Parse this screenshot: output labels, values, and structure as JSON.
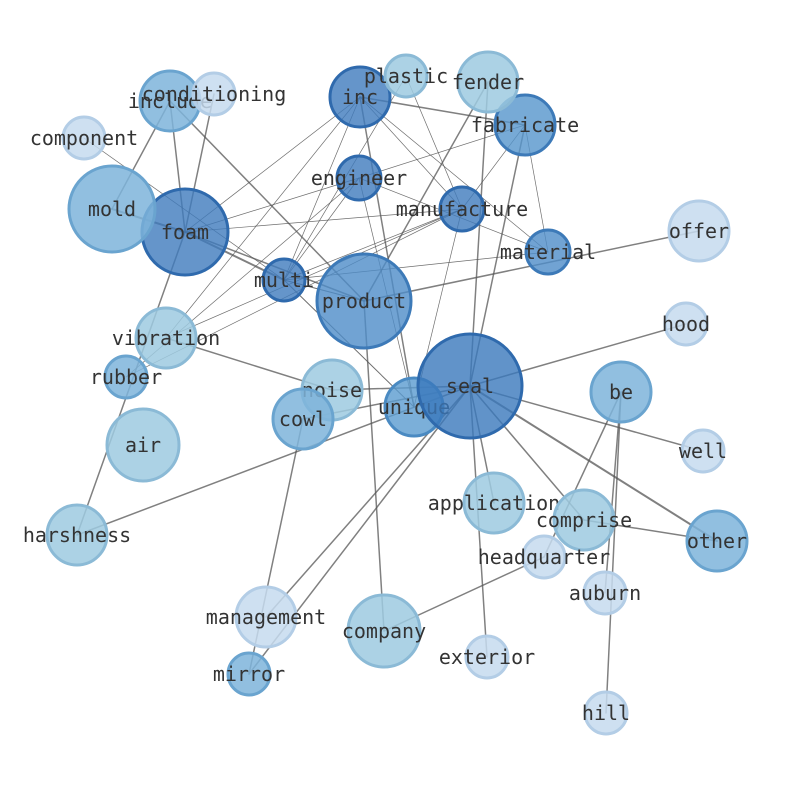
{
  "graph": {
    "nodes": [
      {
        "id": "seal",
        "label": "seal",
        "color": "#3a78bc",
        "stroke": "#2f6aad",
        "alpha": 0.8,
        "level": 1.0
      },
      {
        "id": "product",
        "label": "product",
        "color": "#4d8cc8",
        "stroke": "#3d7ab8",
        "alpha": 0.8,
        "level": 0.9
      },
      {
        "id": "foam",
        "label": "foam",
        "color": "#3e7bbd",
        "stroke": "#2f6aad",
        "alpha": 0.8,
        "level": 0.82
      },
      {
        "id": "mold",
        "label": "mold",
        "color": "#7eb4db",
        "stroke": "#6aa4cf",
        "alpha": 0.85,
        "level": 0.82
      },
      {
        "id": "inc",
        "label": "inc",
        "color": "#3e7bbd",
        "stroke": "#2f6aad",
        "alpha": 0.8,
        "level": 0.58
      },
      {
        "id": "fabricate",
        "label": "fabricate",
        "color": "#5595cc",
        "stroke": "#3d7ab8",
        "alpha": 0.8,
        "level": 0.58
      },
      {
        "id": "engineer",
        "label": "engineer",
        "color": "#3e7bbd",
        "stroke": "#2f6aad",
        "alpha": 0.8,
        "level": 0.42
      },
      {
        "id": "manufacture",
        "label": "manufacture",
        "color": "#3e7bbd",
        "stroke": "#2f6aad",
        "alpha": 0.8,
        "level": 0.42
      },
      {
        "id": "material",
        "label": "material",
        "color": "#4d8cc8",
        "stroke": "#3d7ab8",
        "alpha": 0.8,
        "level": 0.42
      },
      {
        "id": "multi",
        "label": "multi",
        "color": "#3e7bbd",
        "stroke": "#2f6aad",
        "alpha": 0.8,
        "level": 0.4
      },
      {
        "id": "unique",
        "label": "unique",
        "color": "#5a9bd0",
        "stroke": "#4a8ac2",
        "alpha": 0.8,
        "level": 0.55
      },
      {
        "id": "include",
        "label": "include",
        "color": "#7eb4db",
        "stroke": "#6aa4cf",
        "alpha": 0.85,
        "level": 0.58
      },
      {
        "id": "conditioning",
        "label": "conditioning",
        "color": "#c6dbef",
        "stroke": "#b3cde6",
        "alpha": 0.85,
        "level": 0.4
      },
      {
        "id": "plastic",
        "label": "plastic",
        "color": "#9ecae1",
        "stroke": "#8bbad6",
        "alpha": 0.85,
        "level": 0.4
      },
      {
        "id": "fender",
        "label": "fender",
        "color": "#9ecae1",
        "stroke": "#8bbad6",
        "alpha": 0.85,
        "level": 0.58
      },
      {
        "id": "component",
        "label": "component",
        "color": "#c6dbef",
        "stroke": "#b3cde6",
        "alpha": 0.85,
        "level": 0.4
      },
      {
        "id": "offer",
        "label": "offer",
        "color": "#c6dbef",
        "stroke": "#b3cde6",
        "alpha": 0.85,
        "level": 0.58
      },
      {
        "id": "hood",
        "label": "hood",
        "color": "#c6dbef",
        "stroke": "#b3cde6",
        "alpha": 0.85,
        "level": 0.4
      },
      {
        "id": "vibration",
        "label": "vibration",
        "color": "#9ecae1",
        "stroke": "#8bbad6",
        "alpha": 0.85,
        "level": 0.58
      },
      {
        "id": "rubber",
        "label": "rubber",
        "color": "#7eb4db",
        "stroke": "#6aa4cf",
        "alpha": 0.85,
        "level": 0.4
      },
      {
        "id": "noise",
        "label": "noise",
        "color": "#9ecae1",
        "stroke": "#8bbad6",
        "alpha": 0.85,
        "level": 0.58
      },
      {
        "id": "cowl",
        "label": "cowl",
        "color": "#7eb4db",
        "stroke": "#6aa4cf",
        "alpha": 0.85,
        "level": 0.58
      },
      {
        "id": "air",
        "label": "air",
        "color": "#9ecae1",
        "stroke": "#8bbad6",
        "alpha": 0.85,
        "level": 0.7
      },
      {
        "id": "be",
        "label": "be",
        "color": "#7eb4db",
        "stroke": "#6aa4cf",
        "alpha": 0.85,
        "level": 0.58
      },
      {
        "id": "well",
        "label": "well",
        "color": "#c6dbef",
        "stroke": "#b3cde6",
        "alpha": 0.85,
        "level": 0.4
      },
      {
        "id": "application",
        "label": "application",
        "color": "#9ecae1",
        "stroke": "#8bbad6",
        "alpha": 0.85,
        "level": 0.58
      },
      {
        "id": "comprise",
        "label": "comprise",
        "color": "#9ecae1",
        "stroke": "#8bbad6",
        "alpha": 0.85,
        "level": 0.58
      },
      {
        "id": "other",
        "label": "other",
        "color": "#7eb4db",
        "stroke": "#6aa4cf",
        "alpha": 0.85,
        "level": 0.58
      },
      {
        "id": "headquarter",
        "label": "headquarter",
        "color": "#c6dbef",
        "stroke": "#b3cde6",
        "alpha": 0.85,
        "level": 0.4
      },
      {
        "id": "harshness",
        "label": "harshness",
        "color": "#9ecae1",
        "stroke": "#8bbad6",
        "alpha": 0.85,
        "level": 0.58
      },
      {
        "id": "management",
        "label": "management",
        "color": "#c6dbef",
        "stroke": "#b3cde6",
        "alpha": 0.85,
        "level": 0.58
      },
      {
        "id": "company",
        "label": "company",
        "color": "#9ecae1",
        "stroke": "#8bbad6",
        "alpha": 0.85,
        "level": 0.7
      },
      {
        "id": "auburn",
        "label": "auburn",
        "color": "#c6dbef",
        "stroke": "#b3cde6",
        "alpha": 0.85,
        "level": 0.4
      },
      {
        "id": "exterior",
        "label": "exterior",
        "color": "#c6dbef",
        "stroke": "#b3cde6",
        "alpha": 0.85,
        "level": 0.4
      },
      {
        "id": "mirror",
        "label": "mirror",
        "color": "#7eb4db",
        "stroke": "#6aa4cf",
        "alpha": 0.85,
        "level": 0.4
      },
      {
        "id": "hill",
        "label": "hill",
        "color": "#c6dbef",
        "stroke": "#b3cde6",
        "alpha": 0.85,
        "level": 0.4
      }
    ],
    "edges": [
      {
        "source": "seal",
        "target": "other",
        "weight": 2
      },
      {
        "source": "seal",
        "target": "well",
        "weight": 1.5
      },
      {
        "source": "seal",
        "target": "hood",
        "weight": 1.5
      },
      {
        "source": "seal",
        "target": "cowl",
        "weight": 1.5
      },
      {
        "source": "seal",
        "target": "harshness",
        "weight": 1.5
      },
      {
        "source": "seal",
        "target": "management",
        "weight": 1.5
      },
      {
        "source": "seal",
        "target": "mirror",
        "weight": 1.5
      },
      {
        "source": "seal",
        "target": "application",
        "weight": 1.5
      },
      {
        "source": "seal",
        "target": "comprise",
        "weight": 1.5
      },
      {
        "source": "seal",
        "target": "fabricate",
        "weight": 1.5
      },
      {
        "source": "seal",
        "target": "fender",
        "weight": 1.5
      },
      {
        "source": "seal",
        "target": "noise",
        "weight": 1.5
      },
      {
        "source": "seal",
        "target": "exterior",
        "weight": 1.5
      },
      {
        "source": "product",
        "target": "offer",
        "weight": 1.5
      },
      {
        "source": "product",
        "target": "company",
        "weight": 1.5
      },
      {
        "source": "product",
        "target": "fender",
        "weight": 1.5
      },
      {
        "source": "product",
        "target": "include",
        "weight": 1.5
      },
      {
        "source": "product",
        "target": "foam",
        "weight": 1.5
      },
      {
        "source": "product",
        "target": "multi",
        "weight": 1
      },
      {
        "source": "foam",
        "target": "mold",
        "weight": 2
      },
      {
        "source": "foam",
        "target": "multi",
        "weight": 2
      },
      {
        "source": "foam",
        "target": "conditioning",
        "weight": 1.5
      },
      {
        "source": "foam",
        "target": "include",
        "weight": 1.5
      },
      {
        "source": "foam",
        "target": "harshness",
        "weight": 1.5
      },
      {
        "source": "foam",
        "target": "inc",
        "weight": 0.7
      },
      {
        "source": "foam",
        "target": "engineer",
        "weight": 0.7
      },
      {
        "source": "foam",
        "target": "manufacture",
        "weight": 0.7
      },
      {
        "source": "mold",
        "target": "include",
        "weight": 1.5
      },
      {
        "source": "component",
        "target": "multi",
        "weight": 0.7
      },
      {
        "source": "inc",
        "target": "fabricate",
        "weight": 1.5
      },
      {
        "source": "inc",
        "target": "unique",
        "weight": 1.5
      },
      {
        "source": "inc",
        "target": "multi",
        "weight": 0.7
      },
      {
        "source": "inc",
        "target": "manufacture",
        "weight": 0.7
      },
      {
        "source": "inc",
        "target": "material",
        "weight": 0.7
      },
      {
        "source": "inc",
        "target": "vibration",
        "weight": 0.7
      },
      {
        "source": "engineer",
        "target": "fabricate",
        "weight": 0.7
      },
      {
        "source": "engineer",
        "target": "multi",
        "weight": 0.7
      },
      {
        "source": "engineer",
        "target": "material",
        "weight": 0.7
      },
      {
        "source": "engineer",
        "target": "unique",
        "weight": 0.7
      },
      {
        "source": "engineer",
        "target": "rubber",
        "weight": 0.7
      },
      {
        "source": "manufacture",
        "target": "fabricate",
        "weight": 0.7
      },
      {
        "source": "manufacture",
        "target": "multi",
        "weight": 0.7
      },
      {
        "source": "manufacture",
        "target": "rubber",
        "weight": 0.7
      },
      {
        "source": "manufacture",
        "target": "vibration",
        "weight": 0.7
      },
      {
        "source": "manufacture",
        "target": "unique",
        "weight": 0.7
      },
      {
        "source": "fabricate",
        "target": "material",
        "weight": 0.7
      },
      {
        "source": "plastic",
        "target": "manufacture",
        "weight": 0.7
      },
      {
        "source": "plastic",
        "target": "multi",
        "weight": 0.7
      },
      {
        "source": "material",
        "target": "multi",
        "weight": 0.7
      },
      {
        "source": "multi",
        "target": "unique",
        "weight": 1
      },
      {
        "source": "vibration",
        "target": "noise",
        "weight": 1.5
      },
      {
        "source": "be",
        "target": "headquarter",
        "weight": 1.5
      },
      {
        "source": "be",
        "target": "auburn",
        "weight": 1.5
      },
      {
        "source": "be",
        "target": "hill",
        "weight": 1.5
      },
      {
        "source": "headquarter",
        "target": "company",
        "weight": 1.5
      },
      {
        "source": "comprise",
        "target": "other",
        "weight": 1.5
      },
      {
        "source": "cowl",
        "target": "mirror",
        "weight": 1.5
      }
    ]
  }
}
